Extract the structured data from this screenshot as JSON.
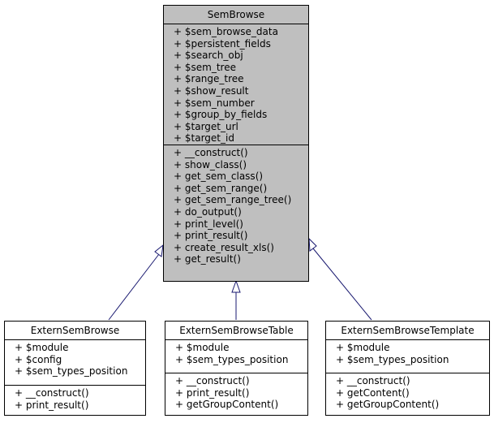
{
  "base": {
    "name": "SemBrowse",
    "attributes": [
      "+ $sem_browse_data",
      "+ $persistent_fields",
      "+ $search_obj",
      "+ $sem_tree",
      "+ $range_tree",
      "+ $show_result",
      "+ $sem_number",
      "+ $group_by_fields",
      "+ $target_url",
      "+ $target_id"
    ],
    "methods": [
      "+ __construct()",
      "+ show_class()",
      "+ get_sem_class()",
      "+ get_sem_range()",
      "+ get_sem_range_tree()",
      "+ do_output()",
      "+ print_level()",
      "+ print_result()",
      "+ create_result_xls()",
      "+ get_result()"
    ]
  },
  "subclasses": [
    {
      "name": "ExternSemBrowse",
      "attributes": [
        "+ $module",
        "+ $config",
        "+ $sem_types_position"
      ],
      "methods": [
        "+ __construct()",
        "+ print_result()"
      ]
    },
    {
      "name": "ExternSemBrowseTable",
      "attributes": [
        "+ $module",
        "+ $sem_types_position"
      ],
      "methods": [
        "+ __construct()",
        "+ print_result()",
        "+ getGroupContent()"
      ]
    },
    {
      "name": "ExternSemBrowseTemplate",
      "attributes": [
        "+ $module",
        "+ $sem_types_position"
      ],
      "methods": [
        "+ __construct()",
        "+ getContent()",
        "+ getGroupContent()"
      ]
    }
  ],
  "colors": {
    "base_fill": "#bfbfbf",
    "edge": "#191970"
  }
}
